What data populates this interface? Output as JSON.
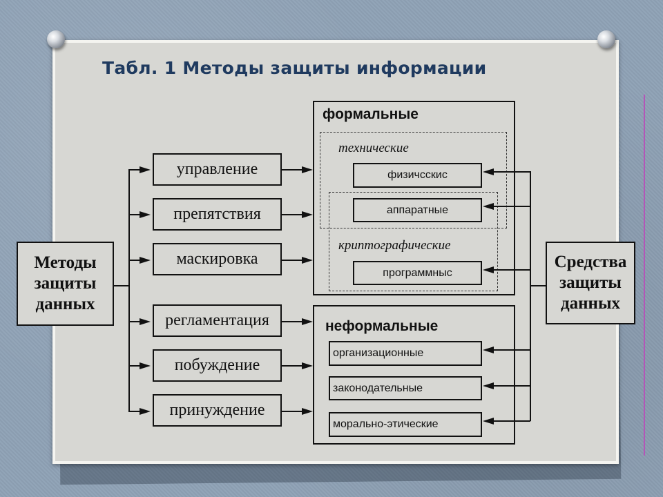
{
  "title": "Табл. 1 Методы защиты информации",
  "left_box": {
    "label": "Методы защиты данных",
    "lines": [
      "Методы",
      "защиты",
      "данных"
    ]
  },
  "right_box": {
    "label": "Средства защиты данных",
    "lines": [
      "Средства",
      "защиты",
      "данных"
    ]
  },
  "methods": [
    "управление",
    "препятствия",
    "маскировка",
    "регламентация",
    "побуждение",
    "принуждение"
  ],
  "formal": {
    "label": "формальные",
    "technical_label": "технические",
    "crypto_label": "криптографические",
    "items": [
      "физичсскис",
      "аппаратные",
      "программныс"
    ]
  },
  "informal": {
    "label": "неформальные",
    "items": [
      "организационные",
      "законодательные",
      "морально-этические"
    ]
  },
  "colors": {
    "title": "#1f3a5f",
    "paper": "#d7d7d3",
    "background": "#8fa2b6",
    "accent": "#b455b8"
  }
}
